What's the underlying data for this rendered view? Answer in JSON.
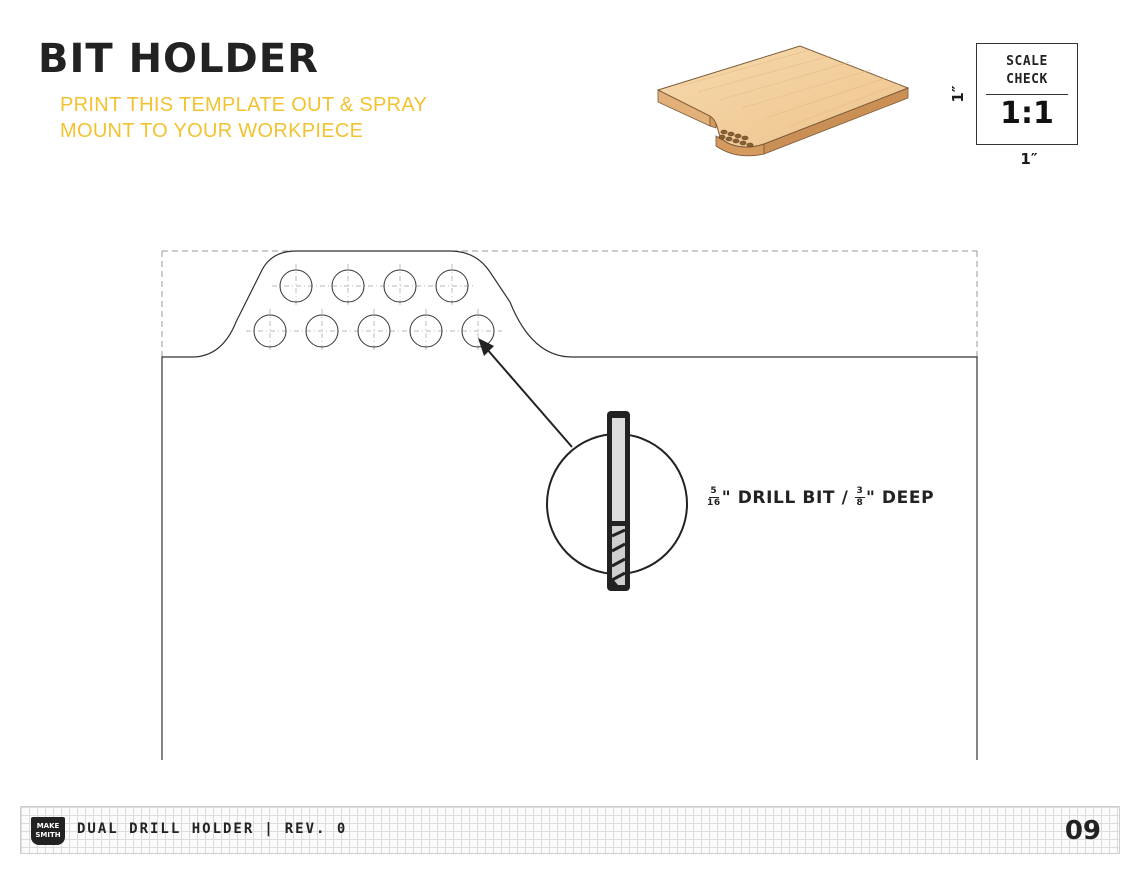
{
  "header": {
    "title": "BIT HOLDER",
    "instructions_line1": "PRINT THIS TEMPLATE OUT & SPRAY",
    "instructions_line2": "MOUNT TO YOUR WORKPIECE"
  },
  "scale_check": {
    "label_line1": "SCALE",
    "label_line2": "CHECK",
    "ratio": "1:1",
    "dimension_vertical": "1″",
    "dimension_horizontal": "1″"
  },
  "template": {
    "hole_rows": [
      4,
      5
    ]
  },
  "callout": {
    "bit_fraction_num": "5",
    "bit_fraction_den": "16",
    "bit_text": "\" DRILL BIT / ",
    "depth_fraction_num": "3",
    "depth_fraction_den": "8",
    "depth_text": "\" DEEP"
  },
  "footer": {
    "logo_line1": "MAKE",
    "logo_line2": "SMITH",
    "project": "DUAL DRILL HOLDER",
    "separator": "|",
    "revision": "REV. 0",
    "page_number": "09"
  },
  "colors": {
    "instructions": "#f2c230",
    "wood_top": "#f1cd9b",
    "wood_side": "#d9a46a"
  }
}
